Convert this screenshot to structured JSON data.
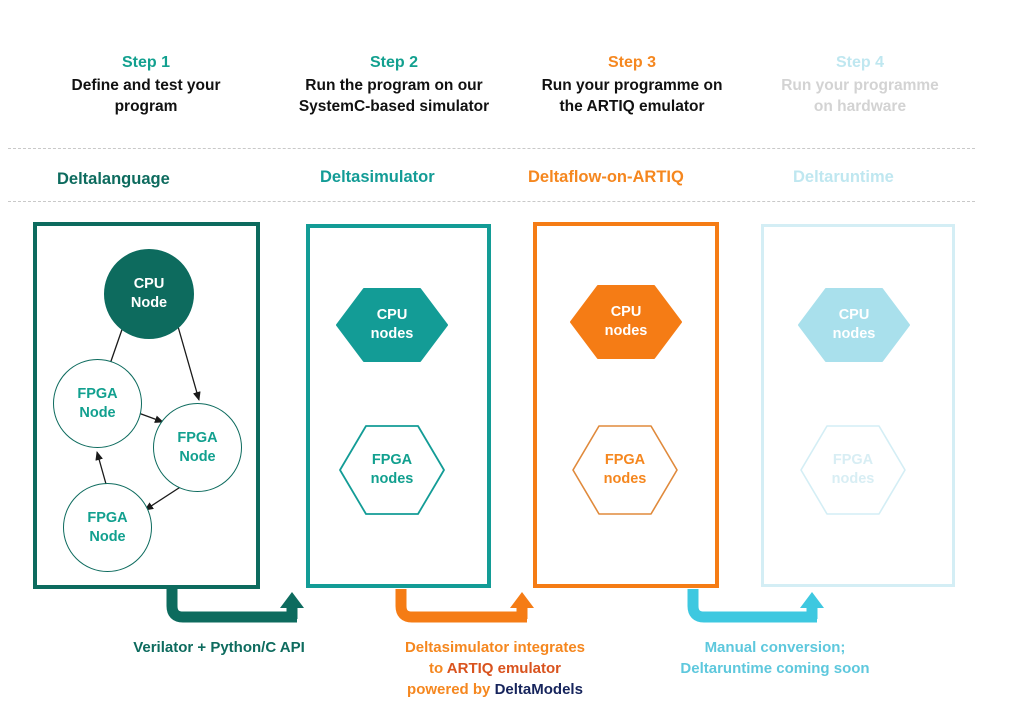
{
  "colors": {
    "dark_teal": "#0d6b5e",
    "teal": "#139c96",
    "teal_text": "#12a08f",
    "orange": "#f57c15",
    "orange_text": "#f5871f",
    "dark_orange": "#d9531e",
    "cyan": "#3ec8e0",
    "cyan_text": "#5ec8dd",
    "faded_cyan": "#bfe7f0",
    "faded_cyan_fill": "#a9e0ec",
    "faded_cyan_border": "#d4eef5",
    "navy": "#16245c",
    "black": "#111111",
    "grey_faded": "#d3d3d3",
    "dashed_rule": "#c9c9c9"
  },
  "columns": [
    {
      "step_label": "Step 1",
      "step_desc": "Define and test your program",
      "product": "Deltalanguage",
      "faded": false,
      "accent": "#0d6b5e",
      "nodes": [
        {
          "type": "cpu",
          "line1": "CPU",
          "line2": "Node",
          "filled": true
        },
        {
          "type": "fpga",
          "line1": "FPGA",
          "line2": "Node",
          "filled": false
        },
        {
          "type": "fpga",
          "line1": "FPGA",
          "line2": "Node",
          "filled": false
        },
        {
          "type": "fpga",
          "line1": "FPGA",
          "line2": "Node",
          "filled": false
        }
      ]
    },
    {
      "step_label": "Step 2",
      "step_desc": "Run the program on our SystemC-based simulator",
      "product": "Deltasimulator",
      "faded": false,
      "accent": "#139c96",
      "nodes": [
        {
          "type": "cpu",
          "line1": "CPU",
          "line2": "nodes",
          "filled": true
        },
        {
          "type": "fpga",
          "line1": "FPGA",
          "line2": "nodes",
          "filled": false
        }
      ]
    },
    {
      "step_label": "Step 3",
      "step_desc": "Run your programme on the ARTIQ emulator",
      "product": "Deltaflow-on-ARTIQ",
      "faded": false,
      "accent": "#f57c15",
      "nodes": [
        {
          "type": "cpu",
          "line1": "CPU",
          "line2": "nodes",
          "filled": true
        },
        {
          "type": "fpga",
          "line1": "FPGA",
          "line2": "nodes",
          "filled": false
        }
      ]
    },
    {
      "step_label": "Step 4",
      "step_desc": "Run your programme on hardware",
      "product": "Deltaruntime",
      "faded": true,
      "accent": "#bfe7f0",
      "nodes": [
        {
          "type": "cpu",
          "line1": "CPU",
          "line2": "nodes",
          "filled": true
        },
        {
          "type": "fpga",
          "line1": "FPGA",
          "line2": "nodes",
          "filled": false
        }
      ]
    }
  ],
  "header_steps": {
    "step1_label": "Step 1",
    "step1_line1": "Define and test your",
    "step1_line2": "program",
    "step2_label": "Step 2",
    "step2_line1": "Run the program on our",
    "step2_line2": "SystemC-based simulator",
    "step3_label": "Step 3",
    "step3_line1": "Run your programme on",
    "step3_line2": "the ARTIQ emulator",
    "step4_label": "Step 4",
    "step4_line1": "Run your programme",
    "step4_line2": "on hardware"
  },
  "products": {
    "p1": "Deltalanguage",
    "p2": "Deltasimulator",
    "p3": "Deltaflow-on-ARTIQ",
    "p4": "Deltaruntime"
  },
  "graph_nodes": {
    "cpu_l1": "CPU",
    "cpu_l2": "Node",
    "fpga_l1": "FPGA",
    "fpga_l2": "Node"
  },
  "hex_nodes": {
    "cpu_l1": "CPU",
    "cpu_l2": "nodes",
    "fpga_l1": "FPGA",
    "fpga_l2": "nodes"
  },
  "captions": {
    "c1": "Verilator + Python/C API",
    "c2_line1": "Deltasimulator integrates",
    "c2_line2_prefix": "to ",
    "c2_line2_emph": "ARTIQ emulator",
    "c2_line3_prefix": "powered by ",
    "c2_line3_emph": "DeltaModels",
    "c3_line1": "Manual conversion;",
    "c3_line2": "Deltaruntime coming soon"
  }
}
